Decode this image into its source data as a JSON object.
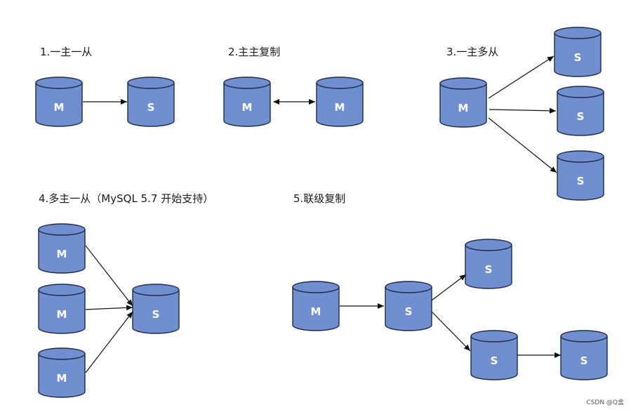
{
  "titles": {
    "one_master_one_slave": "1.一主一从",
    "master_master": "2.主主复制",
    "one_master_many_slaves": "3.一主多从",
    "many_masters_one_slave": "4.多主一从（MySQL 5.7 开始支持）",
    "cascade": "5.联级复制"
  },
  "labels": {
    "master": "M",
    "slave": "S"
  },
  "watermark": "CSDN @Q盒",
  "colors": {
    "cylinder_fill": "#6f8fd0",
    "cylinder_stroke": "#1f2a44",
    "arrow": "#111111"
  }
}
